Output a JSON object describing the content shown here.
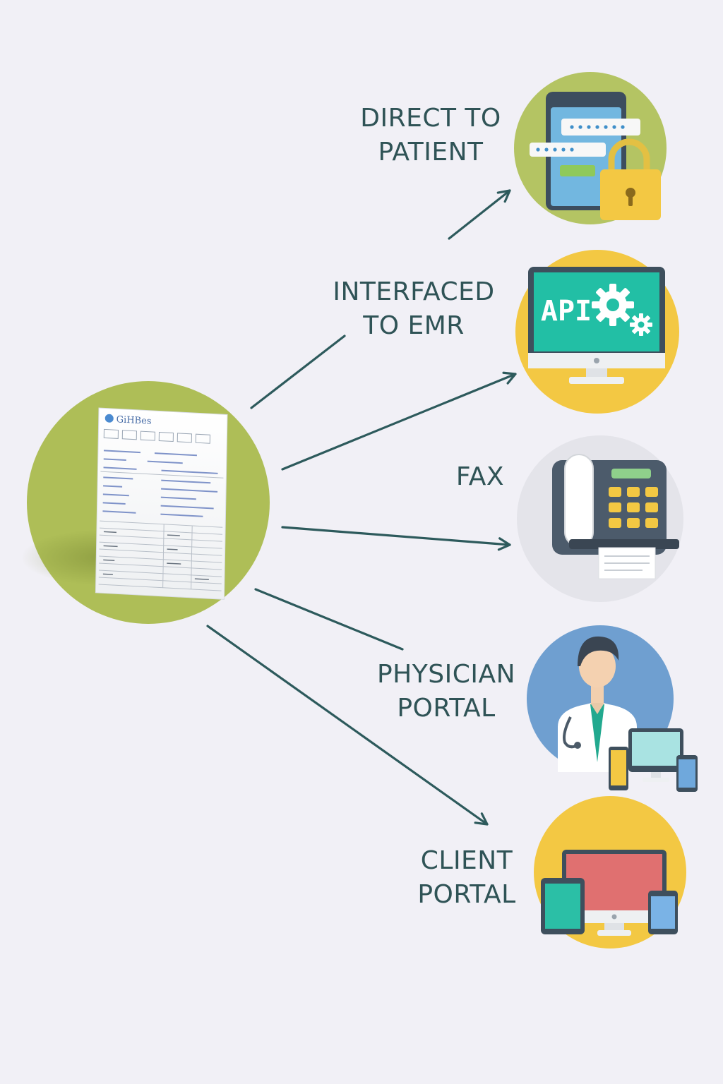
{
  "source": {
    "icon": "lab-report-document-icon",
    "document_logo_text": "GiHBes"
  },
  "channels": [
    {
      "id": "direct-to-patient",
      "label_lines": [
        "DIRECT TO",
        "PATIENT"
      ],
      "icon": "phone-lock-icon",
      "circle_color": "#b4c463"
    },
    {
      "id": "interfaced-to-emr",
      "label_lines": [
        "INTERFACED",
        "TO EMR"
      ],
      "icon": "api-monitor-icon",
      "circle_color": "#f3c843",
      "icon_text": "API"
    },
    {
      "id": "fax",
      "label_lines": [
        "FAX"
      ],
      "icon": "fax-machine-icon",
      "circle_color": "#e4e4ea"
    },
    {
      "id": "physician-portal",
      "label_lines": [
        "PHYSICIAN",
        "PORTAL"
      ],
      "icon": "physician-devices-icon",
      "circle_color": "#6f9fd0"
    },
    {
      "id": "client-portal",
      "label_lines": [
        "CLIENT",
        "PORTAL"
      ],
      "icon": "multi-device-icon",
      "circle_color": "#f3c843"
    }
  ],
  "colors": {
    "background": "#f1f0f6",
    "arrow": "#2d5a5c",
    "label_text": "#2f5356",
    "source_circle": "#aebe57"
  }
}
